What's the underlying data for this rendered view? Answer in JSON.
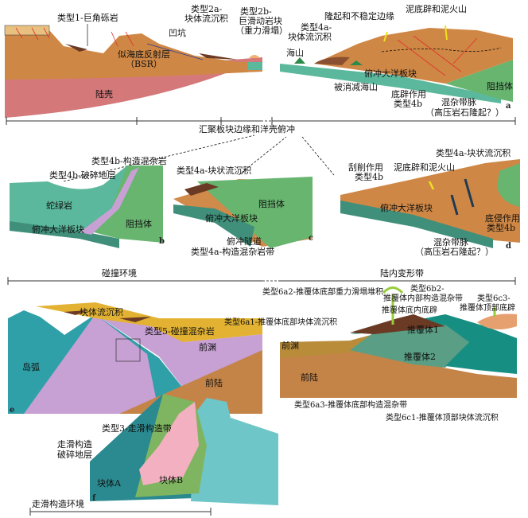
{
  "panel_a": {
    "label": "a",
    "type1": "类型1-巨角砾岩",
    "type2a_1": "类型2a-",
    "type2a_2": "块体流沉积",
    "type2b_1": "类型2b-",
    "type2b_2": "巨滑动岩块",
    "type2b_3": "（重力滑塌）",
    "pit": "凹坑",
    "bsr_1": "似海底反射层",
    "bsr_2": "（BSR）",
    "crust": "陆壳",
    "seamount": "海山",
    "type4a_1": "类型4a-",
    "type4a_2": "块体流沉积",
    "uplift": "隆起和不稳定边缘",
    "mud": "泥底辟和泥火山",
    "slab": "俯冲大洋板块",
    "subducted_seamount": "被消减海山",
    "diapir_1": "底辟作用",
    "diapir_2": "类型4b",
    "vein_1": "混杂带脉",
    "vein_2": "（高压岩石隆起？）",
    "backstop": "阻挡体"
  },
  "section1_title": "汇聚板块边缘和洋壳俯冲",
  "panel_b": {
    "label": "b",
    "melange": "类型4b-构造混杂岩",
    "broken": "类型4b-破碎地层",
    "ophiolite": "蛇绿岩",
    "slab": "俯冲大洋板块",
    "backstop": "阻挡体"
  },
  "panel_c": {
    "label": "c",
    "mtd": "类型4a-块状流沉积",
    "backstop": "阻挡体",
    "slab": "俯冲大洋板块",
    "channel_1": "俯冲隧道",
    "channel_2": "类型4a-构造混杂岩带"
  },
  "panel_d": {
    "label": "d",
    "mtd": "类型4a-块状流沉积",
    "scrape_1": "刮削作用",
    "scrape_2": "类型4b",
    "mud": "泥底辟和泥火山",
    "slab": "俯冲大洋板块",
    "erosion_1": "底侵作用",
    "erosion_2": "类型4b",
    "vein_1": "混杂带脉",
    "vein_2": "（高压岩石隆起？）"
  },
  "section2_left": "碰撞环境",
  "section2_right": "陆内变形带",
  "panel_e": {
    "label": "e",
    "mtd": "块体流沉积",
    "type5": "类型5-碰撞混杂岩",
    "foredeep": "前渊",
    "arc": "岛弧",
    "foreland": "前陆"
  },
  "panel_right": {
    "type6a2": "类型6a2-推覆体底部重力滑塌堆积",
    "type6b2_1": "类型6b2-",
    "type6b2_2": "推覆体内部构造混杂带",
    "inner_diapir": "推覆体底内底辟",
    "type6c3_1": "类型6c3-",
    "type6c3_2": "推覆体顶部底辟",
    "type6a1": "类型6a1-推覆体底部块体流沉积",
    "nappe1": "推覆体1",
    "nappe2": "推覆体2",
    "foredeep": "前渊",
    "foreland": "前陆",
    "type6a3": "类型6a3-推覆体底部构造混杂带",
    "type6c1": "类型6c1-推覆体顶部块体流沉积"
  },
  "panel_f": {
    "label": "f",
    "type3": "类型3-走滑构造带",
    "broken_1": "走滑构造",
    "broken_2": "破碎地层",
    "blockA": "块体A",
    "blockB": "块体B"
  },
  "section3": "走滑构造环境",
  "colors": {
    "orange": "#d08a4a",
    "crust": "#d4787a",
    "teal": "#5bb89c",
    "green": "#67b56f",
    "brown": "#6b3a24",
    "purple": "#c7a0d4",
    "dark_teal": "#2f8f97",
    "yellow": "#e8c32a"
  }
}
